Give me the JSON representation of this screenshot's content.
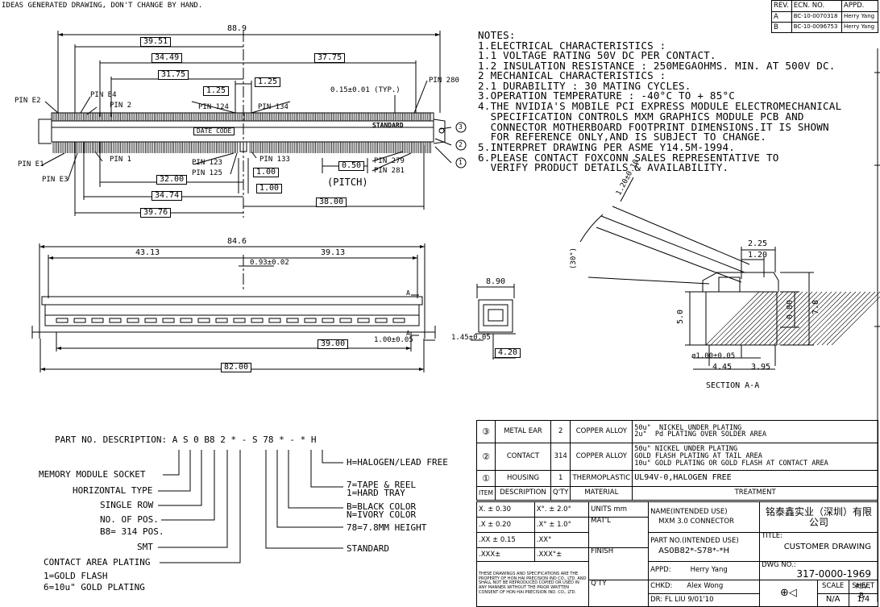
{
  "header_note": "IDEAS GENERATED DRAWING, DON'T CHANGE BY HAND.",
  "revisions": {
    "headers": [
      "REV.",
      "ECN. NO.",
      "APPD."
    ],
    "rows": [
      [
        "A",
        "BC-10-0070318",
        "Herry Yang"
      ],
      [
        "B",
        "BC-10-0096753",
        "Herry Yang"
      ]
    ]
  },
  "notes": [
    "NOTES:",
    "1.ELECTRICAL CHARACTERISTICS :",
    "1.1 VOLTAGE RATING 50V DC PER CONTACT.",
    "1.2 INSULATION RESISTANCE : 250MEGAOHMS. MIN. AT 500V DC.",
    "2  MECHANICAL CHARACTERISTICS :",
    "2.1 DURABILITY : 30 MATING CYCLES.",
    "3.OPERATION TEMPERATURE : -40°C TO + 85°C",
    "4.THE NVIDIA'S MOBILE PCI EXPRESS MODULE ELECTROMECHANICAL",
    "  SPECIFICATION CONTROLS MXM GRAPHICS MODULE PCB AND",
    "  CONNECTOR MOTHERBOARD FOOTPRINT DIMENSIONS.IT IS SHOWN",
    "  FOR REFERENCE ONLY,AND IS SUBJECT TO CHANGE.",
    "5.INTERPRET DRAWING PER ASME Y14.5M-1994.",
    "6.PLEASE CONTACT FOXCONN SALES REPRESENTATIVE TO",
    "  VERIFY PRODUCT DETAILS & AVAILABILITY."
  ],
  "top_view": {
    "overall": "88.9",
    "dims": [
      "39.51",
      "34.49",
      "31.75",
      "37.75",
      "1.25",
      "1.25",
      "32.00",
      "34.74",
      "39.76",
      "38.00",
      "1.00",
      "1.00",
      "0.50"
    ],
    "tolerance": "0.15±0.01 (TYP.)",
    "pitch": "(PITCH)",
    "pins": [
      "PIN E2",
      "PIN E4",
      "PIN 2",
      "PIN 124",
      "PIN 134",
      "PIN 280",
      "PIN E1",
      "PIN E3",
      "PIN 1",
      "PIN 123",
      "PIN 125",
      "PIN 133",
      "PIN 279",
      "PIN 281"
    ],
    "date_code": "DATE CODE",
    "standard": "STANDARD",
    "callouts": [
      "3",
      "2",
      "1"
    ]
  },
  "front_view": {
    "overall": "84.6",
    "dims": [
      "43.13",
      "39.13",
      "0.93±0.02",
      "39.00",
      "1.00±0.05",
      "82.00"
    ],
    "section_marks": [
      "A",
      "A"
    ]
  },
  "side_view": {
    "dims": [
      "8.90",
      "1.45±0.05",
      "4.20"
    ]
  },
  "section": {
    "dims": [
      "1.20±0.10",
      "(30°)",
      "2.25",
      "1.20",
      "5.0",
      "0.80",
      "7.8",
      "ø1.00±0.05",
      "4.45",
      "3.95"
    ],
    "label": "SECTION A-A"
  },
  "part_desc": {
    "title": "PART NO. DESCRIPTION: A S 0 B8 2 * - S 78 * - * H",
    "left_items": [
      "MEMORY MODULE SOCKET",
      "HORIZONTAL TYPE",
      "SINGLE ROW",
      "NO. OF POS.",
      "B8= 314 POS.",
      "SMT",
      "CONTACT AREA PLATING",
      "1=GOLD FLASH",
      "6=10u\" GOLD PLATING"
    ],
    "right_items": [
      "H=HALOGEN/LEAD FREE",
      "7=TAPE & REEL",
      "1=HARD TRAY",
      "B=BLACK COLOR",
      "N=IVORY COLOR",
      "78=7.8MM HEIGHT",
      "STANDARD"
    ]
  },
  "bom": {
    "headers": [
      "ITEM",
      "DESCRIPTION",
      "Q'TY",
      "MATERIAL",
      "TREATMENT"
    ],
    "rows": [
      [
        "③",
        "METAL EAR",
        "2",
        "COPPER ALLOY",
        "50u\"  NICKEL UNDER PLATING\n2u\"  Pd PLATING OVER SOLDER AREA"
      ],
      [
        "②",
        "CONTACT",
        "314",
        "COPPER ALLOY",
        "50u\" NICKEL UNDER PLATING\nGOLD FLASH PLATING AT TAIL AREA\n10u\" GOLD PLATING OR GOLD FLASH AT CONTACT AREA"
      ],
      [
        "①",
        "HOUSING",
        "1",
        "THERMOPLASTIC",
        "UL94V-0,HALOGEN FREE"
      ]
    ]
  },
  "title_block": {
    "tolerances": [
      [
        "X.  ±  0.30",
        "X°.  ± 2.0°"
      ],
      [
        ".X  ±  0.20",
        ".X°  ± 1.0°"
      ],
      [
        ".XX ±  0.15",
        ".XX°"
      ],
      [
        ".XXX±",
        ".XXX°±"
      ]
    ],
    "units_label": "UNITS",
    "units": "mm",
    "matl_label": "MAT'L",
    "finish_label": "FINISH",
    "qty_label": "Q'TY",
    "name_label": "NAME(INTENDED USE)",
    "name": "MXM 3.0 CONNECTOR",
    "company": "铭泰鑫实业（深圳）有限公司",
    "partno_label": "PART NO.(INTENDED USE)",
    "partno": "AS0B82*-S78*-*H",
    "title_label": "TITLE:",
    "title": "CUSTOMER DRAWING",
    "appd_label": "APPD:",
    "appd": "Herry Yang",
    "dwg_label": "DWG NO.:",
    "dwg": "317-0000-1969",
    "chkd_label": "CHKD:",
    "chkd": "Alex Wong",
    "dr_label": "DR:",
    "dr": "FL LIU 9/01'10",
    "scale_label": "SCALE",
    "scale": "N/A",
    "sheet_label": "SHEET",
    "sheet": "1/4",
    "rev_label": "REV.",
    "rev": "B",
    "legal": "THESE DRAWINGS AND SPECIFICATIONS ARE THE PROPERTY OF HON HAI PRECISION IND CO., LTD. AND SHALL NOT BE REPRODUCED COPIED OR USED IN ANY MANNER WITHOUT THE PRIOR WRITTEN CONSENT OF HON HAI PRECISION IND. CO., LTD."
  }
}
